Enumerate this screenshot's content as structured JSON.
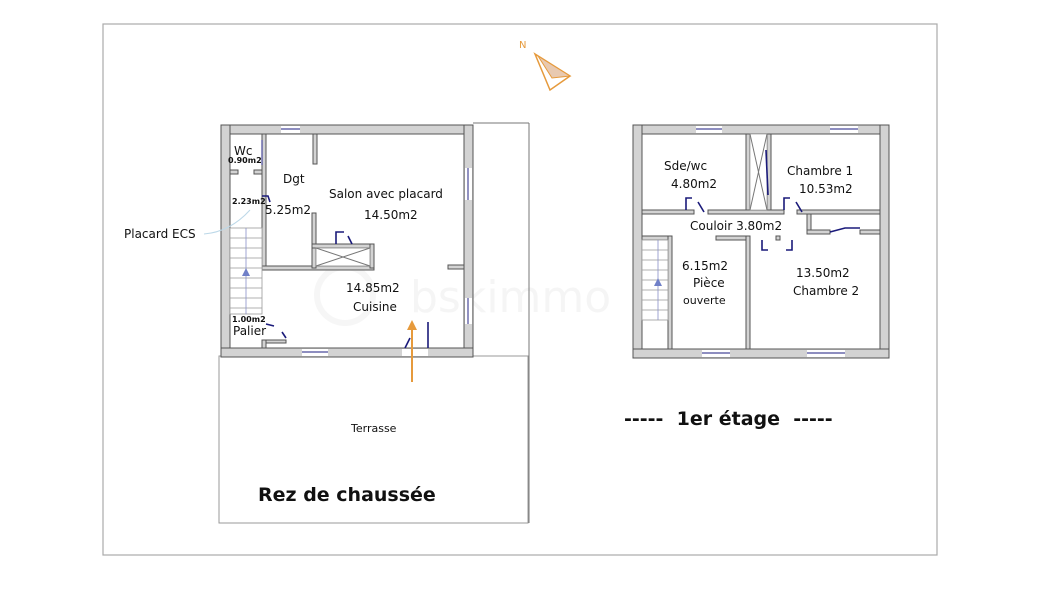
{
  "compass": {
    "label": "N",
    "color": "#e69a3c"
  },
  "watermark": {
    "text": "bskimmo"
  },
  "ground_floor": {
    "title": "Rez de chaussée",
    "rooms": [
      {
        "name": "Wc",
        "area": "0.90m2"
      },
      {
        "name": "Placard ECS",
        "area": "2.23m2"
      },
      {
        "name": "Dgt",
        "area": "5.25m2"
      },
      {
        "name": "Salon avec placard",
        "area": "14.50m2"
      },
      {
        "name": "Cuisine",
        "area": "14.85m2"
      },
      {
        "name": "Palier",
        "area": "1.00m2"
      },
      {
        "name": "Terrasse",
        "area": ""
      }
    ],
    "entrance_arrow_color": "#e69a3c"
  },
  "first_floor": {
    "title": "-----  1er étage  -----",
    "rooms": [
      {
        "name": "Sde/wc",
        "area": "4.80m2"
      },
      {
        "name": "Chambre 1",
        "area": "10.53m2"
      },
      {
        "name": "Couloir",
        "area": "3.80m2",
        "label": "Couloir 3.80m2"
      },
      {
        "name": "Pièce ouverte",
        "area": "6.15m2",
        "line1": "Pièce",
        "line2": "ouverte"
      },
      {
        "name": "Chambre 2",
        "area": "13.50m2"
      }
    ]
  }
}
